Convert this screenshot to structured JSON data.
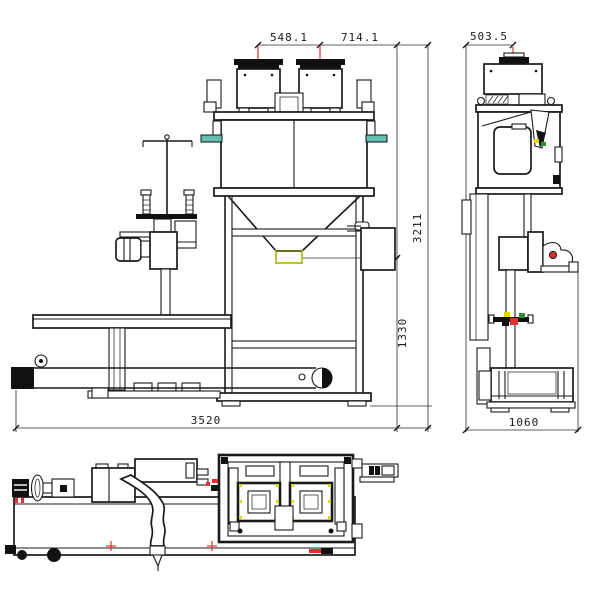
{
  "drawing": {
    "dimensions": {
      "front_top_left": "548.1",
      "front_top_right": "714.1",
      "total_height": "3211",
      "outlet_height": "1330",
      "total_width": "3520",
      "side_top_width": "503.5",
      "side_total_depth": "1060"
    },
    "colors": {
      "line": "#1a1a1a",
      "fill_dark": "#111111",
      "accent_red": "#e03131",
      "handle_teal": "#63bdb2",
      "outlet_yellow_green": "#b9c42e",
      "marker_yellow": "#e3d400",
      "marker_green": "#2e8b2e",
      "background": "#ffffff"
    }
  }
}
